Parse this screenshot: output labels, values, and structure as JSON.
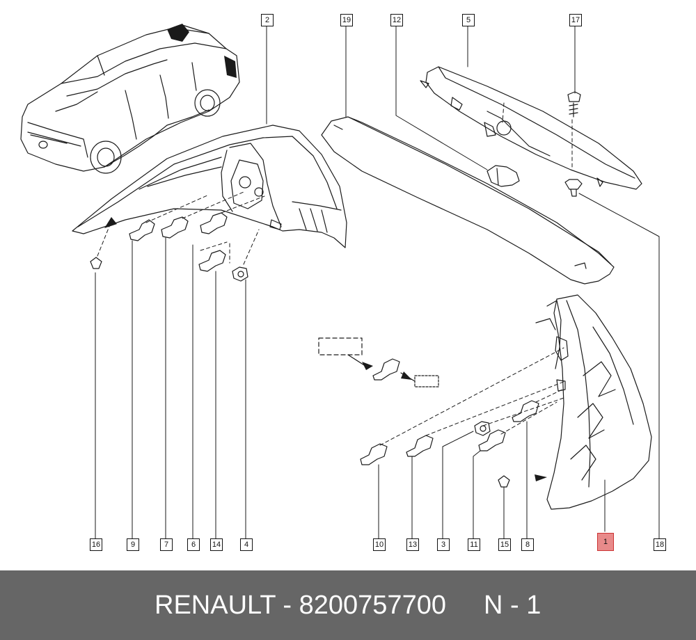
{
  "diagram": {
    "callouts": [
      "2",
      "19",
      "12",
      "5",
      "17",
      "16",
      "9",
      "7",
      "6",
      "14",
      "4",
      "10",
      "13",
      "3",
      "11",
      "15",
      "8",
      "1",
      "18"
    ],
    "highlighted_callout": "1",
    "highlight_color": "#e88a8a"
  },
  "footer": {
    "part_text": "RENAULT - 8200757700",
    "qty_text": "N - 1",
    "background": "#666666"
  }
}
